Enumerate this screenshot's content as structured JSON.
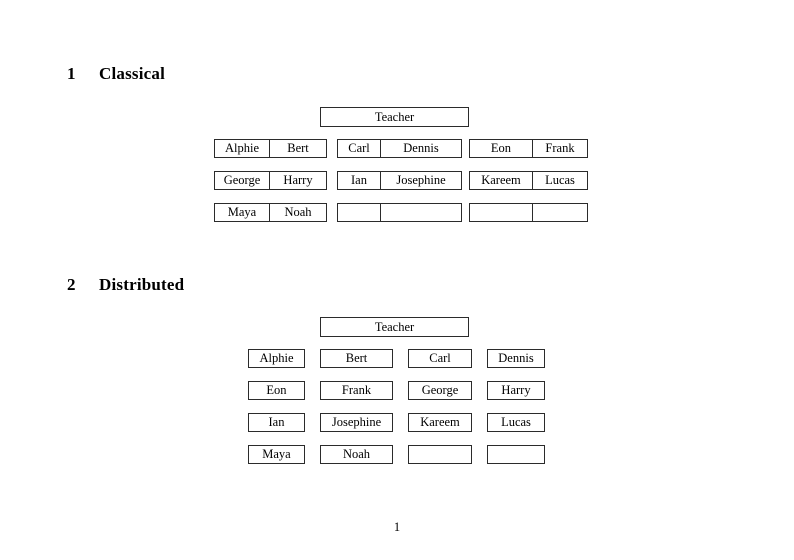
{
  "document": {
    "page_number": "1"
  },
  "sections": [
    {
      "number": "1",
      "title": "Classical",
      "teacher_label": "Teacher",
      "groups": [
        {
          "name": "group-1",
          "rows": [
            [
              "Alphie",
              "Bert"
            ],
            [
              "George",
              "Harry"
            ],
            [
              "Maya",
              "Noah"
            ]
          ]
        },
        {
          "name": "group-2",
          "rows": [
            [
              "Carl",
              "Dennis"
            ],
            [
              "Ian",
              "Josephine"
            ],
            [
              "",
              ""
            ]
          ]
        },
        {
          "name": "group-3",
          "rows": [
            [
              "Eon",
              "Frank"
            ],
            [
              "Kareem",
              "Lucas"
            ],
            [
              "",
              ""
            ]
          ]
        }
      ]
    },
    {
      "number": "2",
      "title": "Distributed",
      "teacher_label": "Teacher",
      "rows": [
        [
          "Alphie",
          "Bert",
          "Carl",
          "Dennis"
        ],
        [
          "Eon",
          "Frank",
          "George",
          "Harry"
        ],
        [
          "Ian",
          "Josephine",
          "Kareem",
          "Lucas"
        ],
        [
          "Maya",
          "Noah",
          "",
          ""
        ]
      ]
    }
  ],
  "colors": {
    "page_background": "#ffffff",
    "text": "#000000",
    "box_border": "#2b2b2b"
  }
}
